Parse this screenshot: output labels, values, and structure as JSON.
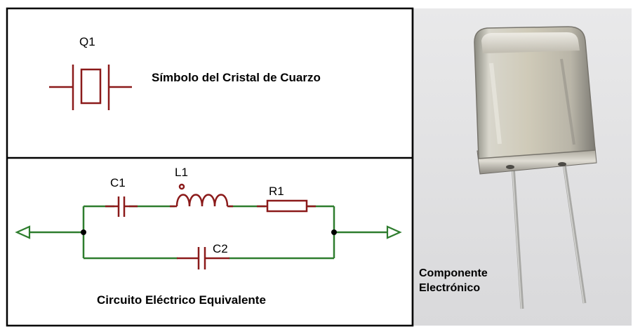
{
  "quartz_symbol": {
    "ref": "Q1",
    "caption": "Símbolo del Cristal de Cuarzo"
  },
  "equivalent_circuit": {
    "caption": "Circuito Eléctrico Equivalente",
    "components": {
      "c1": "C1",
      "l1": "L1",
      "r1": "R1",
      "c2": "C2"
    }
  },
  "photo": {
    "caption_line1": "Componente",
    "caption_line2": "Electrónico"
  },
  "colors": {
    "symbol_red": "#8b1a1a",
    "wire_green": "#2e7d2e",
    "frame": "#000000"
  }
}
